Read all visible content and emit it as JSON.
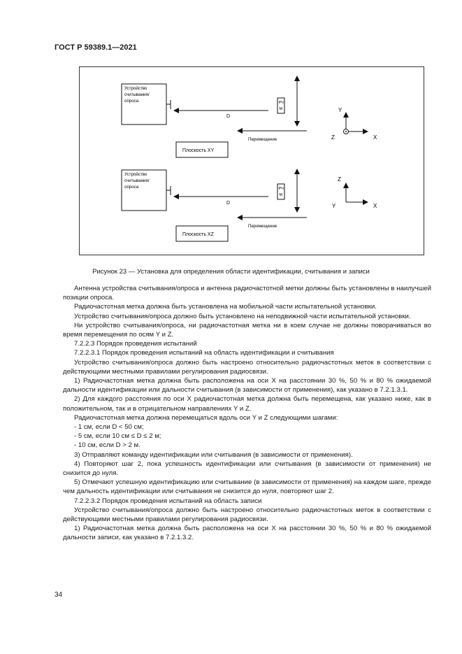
{
  "header": "ГОСТ Р 59389.1—2021",
  "figure": {
    "top": {
      "device_label": [
        "Устройство",
        "считывания/",
        "опроса"
      ],
      "tag_label": [
        "РЧ",
        "М"
      ],
      "distance_label": "D",
      "movement_label": "Перемещение",
      "plane_label": "Плоскость XY",
      "axes": {
        "up": "Y",
        "out": "Z",
        "right": "X"
      }
    },
    "bottom": {
      "device_label": [
        "Устройство",
        "считывания/",
        "опроса"
      ],
      "tag_label": [
        "РЧ",
        "М"
      ],
      "distance_label": "D",
      "movement_label": "Перемещение",
      "plane_label": "Плоскость XZ",
      "axes": {
        "up": "Z",
        "out": "Y",
        "right": "X"
      }
    }
  },
  "caption": "Рисунок 23 — Установка для определения области идентификации, считывания и записи",
  "paragraphs": [
    {
      "style": "ind",
      "text": "Антенна устройства считывания/опроса и антенна радиочастотной метки должны быть установлены в наилучшей позиции опроса."
    },
    {
      "style": "ind",
      "text": "Радиочастотная метка должна быть установлена на мобильной части испытательной установки."
    },
    {
      "style": "ind",
      "text": "Устройство считывания/опроса должно быть установлено на неподвижной части испытательной установки."
    },
    {
      "style": "ind",
      "text": "Ни устройство считывания/опроса, ни радиочастотная метка ни в коем случае не должны поворачиваться во время перемещения по осям Y и Z."
    },
    {
      "style": "ind",
      "text": "7.2.2.3 Порядок проведения испытаний"
    },
    {
      "style": "ind",
      "text": "7.2.2.3.1 Порядок проведения испытаний на область идентификации и считывания"
    },
    {
      "style": "ind",
      "text": "Устройство считывания/опроса должно быть настроено относительно радиочастотных меток в соответствии с действующими местными правилами регулирования радиосвязи."
    },
    {
      "style": "ind",
      "text": "1) Радиочастотная метка должна быть расположена на оси X на расстоянии 30 %, 50 % и 80 % ожидаемой дальности идентификации или дальности считывания (в зависимости от применения), как указано в 7.2.1.3.1."
    },
    {
      "style": "ind",
      "text": "2) Для каждого расстояния по оси X радиочастотная метка должна быть перемещена, как указано ниже, как в положительном, так и в отрицательном направлениях Y и Z."
    },
    {
      "style": "ind",
      "text": "Радиочастотная метка должна перемещаться вдоль оси Y и Z следующими шагами:"
    },
    {
      "style": "dash",
      "text": "- 1 см, если D < 50 см;"
    },
    {
      "style": "dash",
      "text": "- 5 см, если 10 см ≤ D ≤ 2 м;"
    },
    {
      "style": "dash",
      "text": "- 10 см, если D > 2 м."
    },
    {
      "style": "ind",
      "text": "3) Отправляют команду идентификации или считывания (в зависимости от применения)."
    },
    {
      "style": "ind",
      "text": "4) Повторяют шаг 2, пока успешность идентификации или считывания (в зависимости от применения) не снизится до нуля."
    },
    {
      "style": "ind",
      "text": "5) Отмечают успешную идентификацию или считывание (в зависимости от применения) на каждом шаге, прежде чем дальность идентификации или считывания не снизится до нуля, повторяют шаг 2."
    },
    {
      "style": "ind",
      "text": "7.2.2.3.2 Порядок проведения испытаний на область записи"
    },
    {
      "style": "ind",
      "text": "Устройство считывания/опроса должно быть настроено относительно радиочастотных меток в соответствии с действующими местными правилами регулирования радиосвязи."
    },
    {
      "style": "ind",
      "text": "1) Радиочастотная метка должна быть расположена на оси X на расстоянии 30 %, 50 % и 80 % ожидаемой дальности записи, как указано в 7.2.1.3.2."
    }
  ],
  "page_number": "34"
}
